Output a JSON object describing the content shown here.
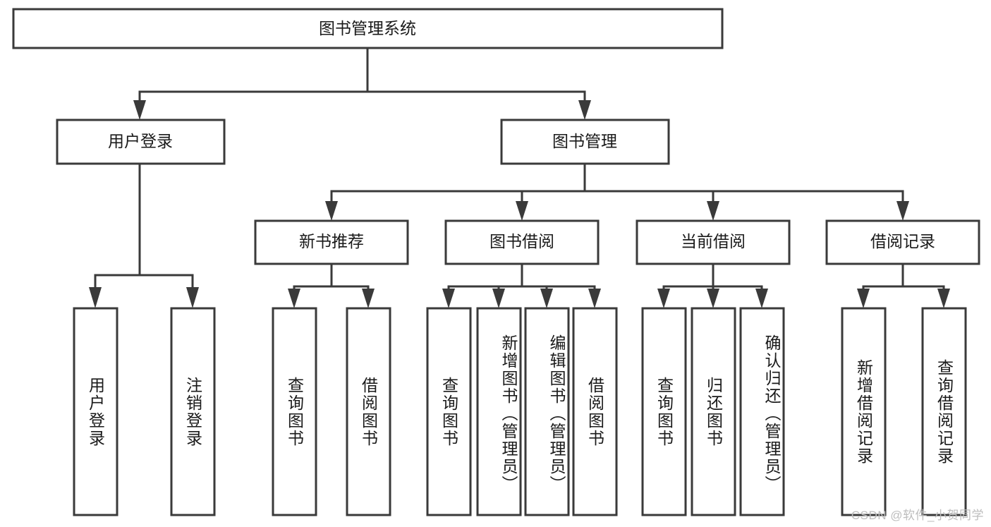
{
  "diagram": {
    "title": "图书管理系统",
    "type": "tree",
    "root": {
      "id": "root",
      "label": "图书管理系统"
    },
    "level2": [
      {
        "id": "user-login",
        "label": "用户登录"
      },
      {
        "id": "book-manage",
        "label": "图书管理"
      }
    ],
    "level3": [
      {
        "id": "new-book-recommend",
        "label": "新书推荐",
        "parent": "book-manage"
      },
      {
        "id": "book-borrow",
        "label": "图书借阅",
        "parent": "book-manage"
      },
      {
        "id": "current-borrow",
        "label": "当前借阅",
        "parent": "book-manage"
      },
      {
        "id": "borrow-record",
        "label": "借阅记录",
        "parent": "book-manage"
      }
    ],
    "leaves": [
      {
        "id": "leaf-user-login",
        "label": "用户登录",
        "parent": "user-login"
      },
      {
        "id": "leaf-logout-login",
        "label": "注销登录",
        "parent": "user-login"
      },
      {
        "id": "leaf-query-book-1",
        "label": "查询图书",
        "parent": "new-book-recommend"
      },
      {
        "id": "leaf-borrow-book-1",
        "label": "借阅图书",
        "parent": "new-book-recommend"
      },
      {
        "id": "leaf-query-book-2",
        "label": "查询图书",
        "parent": "book-borrow"
      },
      {
        "id": "leaf-add-book",
        "label": "新增图书（管理员）",
        "parent": "book-borrow"
      },
      {
        "id": "leaf-edit-book",
        "label": "编辑图书（管理员）",
        "parent": "book-borrow"
      },
      {
        "id": "leaf-borrow-book-2",
        "label": "借阅图书",
        "parent": "book-borrow"
      },
      {
        "id": "leaf-query-book-3",
        "label": "查询图书",
        "parent": "current-borrow"
      },
      {
        "id": "leaf-return-book",
        "label": "归还图书",
        "parent": "current-borrow"
      },
      {
        "id": "leaf-confirm-return",
        "label": "确认归还（管理员）",
        "parent": "current-borrow"
      },
      {
        "id": "leaf-add-record",
        "label": "新增借阅记录",
        "parent": "borrow-record"
      },
      {
        "id": "leaf-query-record",
        "label": "查询借阅记录",
        "parent": "borrow-record"
      }
    ],
    "colors": {
      "box_stroke": "#3a3a3a",
      "box_fill": "#ffffff",
      "text": "#1a1a1a",
      "background": "#ffffff",
      "watermark": "#bdbdbd"
    }
  },
  "watermark": {
    "text": "CSDN @软件_小贺同学"
  }
}
